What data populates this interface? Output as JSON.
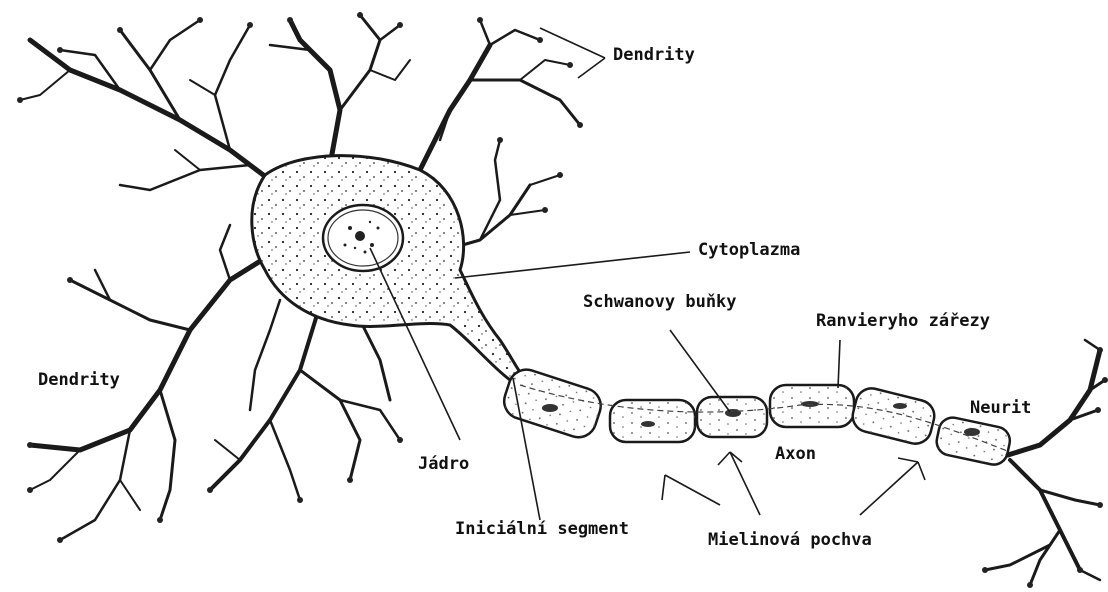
{
  "diagram": {
    "labels": {
      "dendrity_top": "Dendrity",
      "dendrity_left": "Dendrity",
      "cytoplazma": "Cytoplazma",
      "schwanovy_bunky": "Schwanovy buňky",
      "ranvieryho_zarezy": "Ranvieryho zářezy",
      "neurit": "Neurit",
      "axon": "Axon",
      "jadro": "Jádro",
      "inicialni_segment": "Iniciální segment",
      "mielinova_pochva": "Mielinová pochva"
    }
  }
}
